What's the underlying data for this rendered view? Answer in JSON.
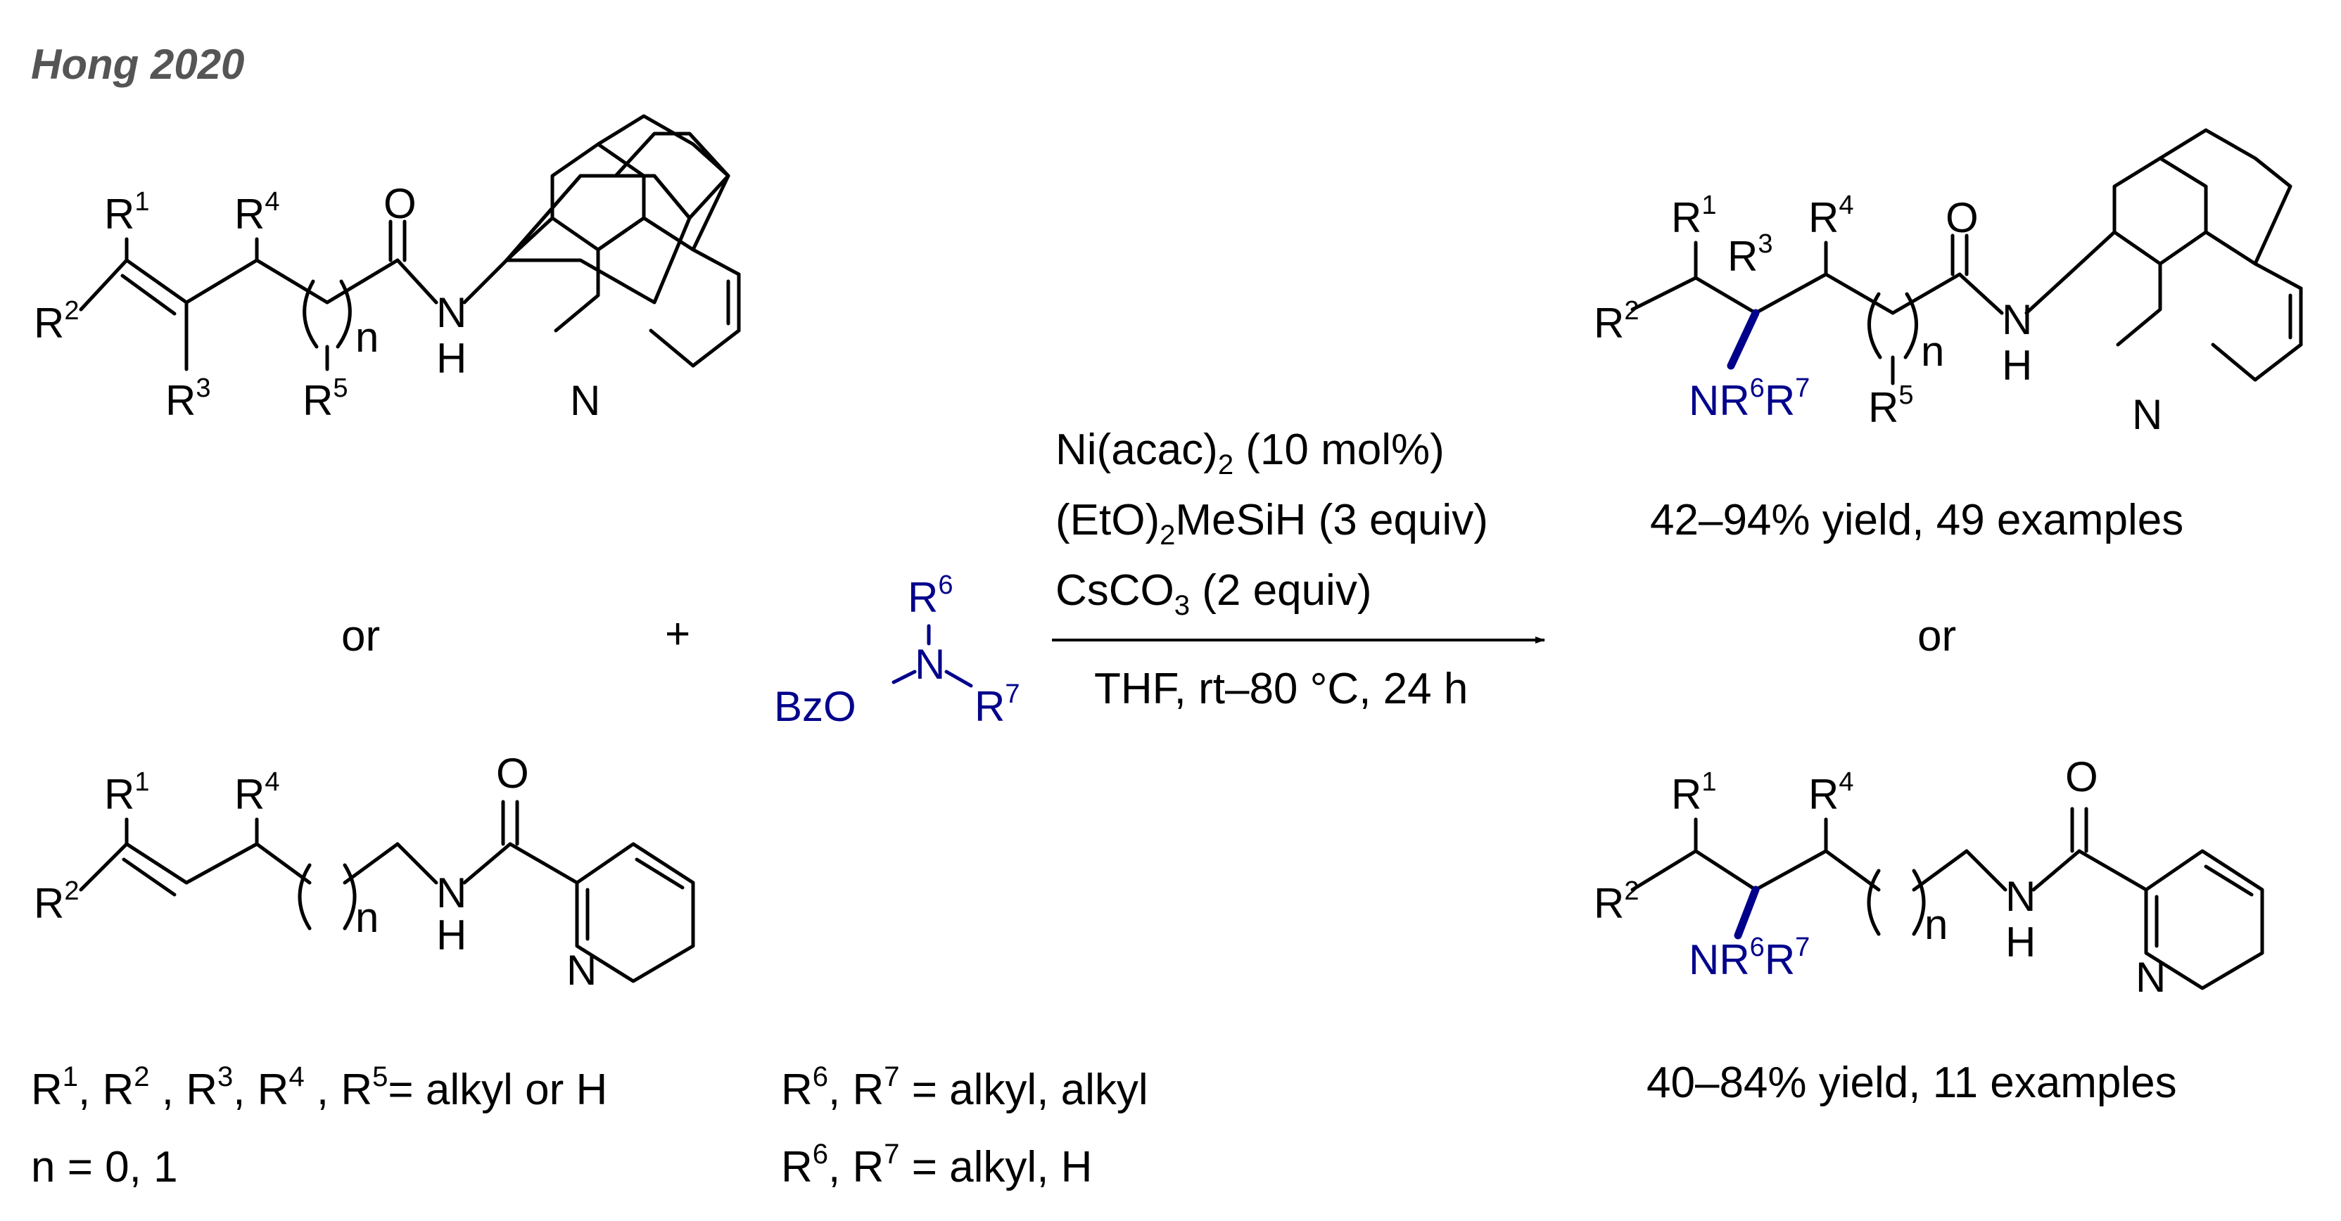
{
  "header": {
    "title": "Hong 2020"
  },
  "colors": {
    "text": "#000000",
    "reagent_blue": "#00008b",
    "header_gray": "#555555"
  },
  "labels": {
    "r1": "R",
    "r1_sup": "1",
    "r2": "R",
    "r2_sup": "2",
    "r3": "R",
    "r3_sup": "3",
    "r4": "R",
    "r4_sup": "4",
    "r5": "R",
    "r5_sup": "5",
    "r6": "R",
    "r6_sup": "6",
    "r7": "R",
    "r7_sup": "7",
    "oxygen": "O",
    "nitrogen": "N",
    "hydrogen": "H",
    "n": "n",
    "bzo": "BzO",
    "nr6r7": "NR",
    "nr6r7_sup1": "6",
    "nr6r7_mid": "R",
    "nr6r7_sup2": "7"
  },
  "separators": {
    "or": "or",
    "plus": "+"
  },
  "conditions": {
    "catalyst": "Ni(acac)",
    "catalyst_sub": "2",
    "catalyst_load": " (10 mol%)",
    "silane": "(EtO)",
    "silane_sub": "2",
    "silane_rest": "MeSiH (3 equiv)",
    "base": "CsCO",
    "base_sub": "3",
    "base_rest": " (2 equiv)",
    "solvent_temp": "THF, rt–80 °C, 24 h"
  },
  "results": {
    "product1_yield": "42–94% yield, 49 examples",
    "product2_yield": "40–84% yield, 11 examples"
  },
  "footnotes": {
    "substituents": {
      "r1": "R",
      "s1": "1",
      "r2": ", R",
      "s2": "2",
      "r3": " , R",
      "s3": "3",
      "r4": ", R",
      "s4": "4",
      "r5": " , R",
      "s5": "5",
      "rest": "= alkyl or H"
    },
    "n_values": "n = 0, 1",
    "amine_line1": {
      "r6": "R",
      "s6": "6",
      "r7": ", R",
      "s7": "7",
      "rest": " = alkyl, alkyl"
    },
    "amine_line2": {
      "r6": "R",
      "s6": "6",
      "r7": ", R",
      "s7": "7",
      "rest": " = alkyl, H"
    }
  }
}
